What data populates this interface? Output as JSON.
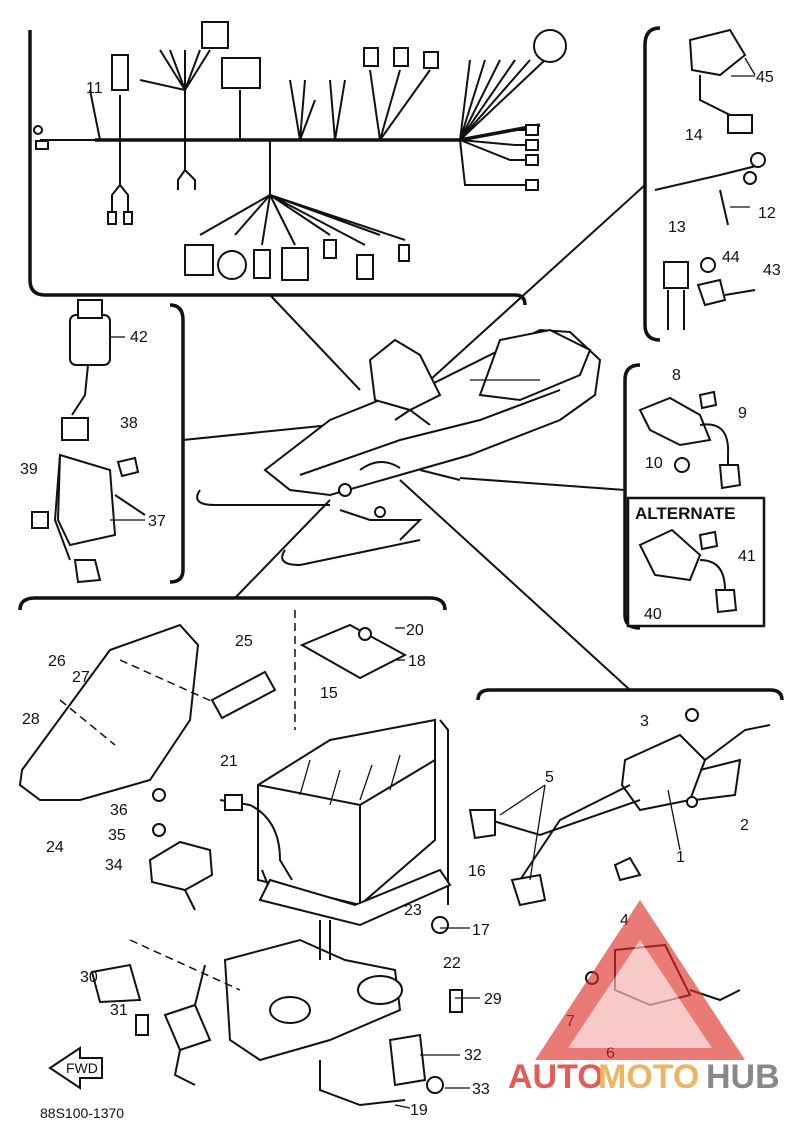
{
  "labels": {
    "p1": "1",
    "p2": "2",
    "p3": "3",
    "p4": "4",
    "p5": "5",
    "p6": "6",
    "p7": "7",
    "p8": "8",
    "p9": "9",
    "p10": "10",
    "p12": "12",
    "p13": "13",
    "p14": "14",
    "p15": "15",
    "p16": "16",
    "p17": "17",
    "p18": "18",
    "p19": "19",
    "p20": "20",
    "p21": "21",
    "p22": "22",
    "p23": "23",
    "p24": "24",
    "p25": "25",
    "p26": "26",
    "p27": "27",
    "p28": "28",
    "p29": "29",
    "p30": "30",
    "p31": "31",
    "p32": "32",
    "p33": "33",
    "p34": "34",
    "p35": "35",
    "p36": "36",
    "p37": "37",
    "p38": "38",
    "p39": "39",
    "p40": "40",
    "p41": "41",
    "p42": "42",
    "p43": "43",
    "p44": "44",
    "p45": "45",
    "p11": "11"
  },
  "alternate_label": "ALTERNATE",
  "front_arrow": "FWD",
  "diagram_ref": "88S100-1370",
  "watermark": {
    "auto": "AUTO",
    "moto": "MOTO",
    "hub": "HUB"
  },
  "colors": {
    "watermark_red": "#e0302a",
    "watermark_gold": "#e9a23a",
    "watermark_gray": "#6b6b6b",
    "ink": "#111111"
  }
}
